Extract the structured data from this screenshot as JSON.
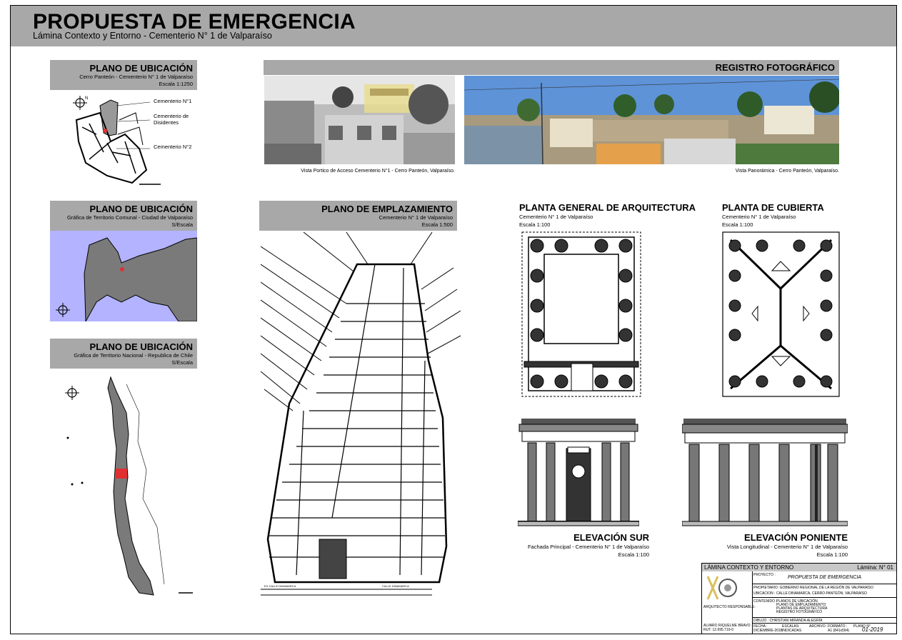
{
  "header": {
    "title": "PROPUESTA DE EMERGENCIA",
    "subtitle": "Lámina Contexto y Entorno - Cementerio N° 1 de Valparaíso"
  },
  "ubicacion1": {
    "title": "PLANO DE UBICACIÓN",
    "sub": "Cerro Panteón - Cementerio N° 1 de Valparaíso",
    "scale": "Escala 1:1250",
    "labels": [
      "Cementerio N°1",
      "Cementerio de Disidentes",
      "Cementerio N°2"
    ]
  },
  "ubicacion2": {
    "title": "PLANO DE UBICACIÓN",
    "sub": "Gráfica de Territorio Comunal - Ciudad de Valparaíso",
    "scale": "S/Escala"
  },
  "ubicacion3": {
    "title": "PLANO DE UBICACIÓN",
    "sub": "Gráfica de Territorio Nacional - Republica de Chile",
    "scale": "S/Escala"
  },
  "registro": {
    "title": "REGISTRO FOTOGRÁFICO",
    "caption1": "Vista Portico de Acceso Cementerio N°1 - Cerro Panteón, Valparaíso.",
    "caption2": "Vista Panorámica - Cerro Panteón, Valparaíso."
  },
  "emplazamiento": {
    "title": "PLANO DE EMPLAZAMIENTO",
    "sub": "Cementerio N° 1 de Valparaíso",
    "scale": "Escala 1:500"
  },
  "planta_general": {
    "title": "PLANTA GENERAL DE ARQUITECTURA",
    "sub": "Cementerio N° 1 de Valparaíso",
    "scale": "Escala 1:100"
  },
  "planta_cubierta": {
    "title": "PLANTA DE CUBIERTA",
    "sub": "Cementerio N° 1 de Valparaíso",
    "scale": "Escala 1:100"
  },
  "elev_sur": {
    "title": "ELEVACIÓN SUR",
    "sub": "Fachada Principal - Cementerio N° 1 de Valparaíso",
    "scale": "Escala 1:100"
  },
  "elev_poniente": {
    "title": "ELEVACIÓN PONIENTE",
    "sub": "Vista Longitudinal - Cementerio N° 1 de Valparaíso",
    "scale": "Escala 1:100"
  },
  "cartouche": {
    "left": "LÁMINA CONTEXTO Y ENTORNO",
    "right": "Lámina: N° 01",
    "proyecto_label": "PROYECTO :",
    "proyecto": "PROPUESTA DE EMERGENCIA",
    "propietario": "PROPIETARIO: GOBIERNO REGIONAL DE LA REGIÓN DE VALPARAÍSO",
    "ubicacion": "UBICACION : CALLE DINAMARCA, CERRO PANTEÓN, VALPARAÍSO",
    "contenido_label": "CONTENIDO :",
    "contenido": [
      "PLANOS DE UBICACIÓN",
      "PLANO DE EMPLAZAMIENTO",
      "PLANTAS DE ARQUITECTURA",
      "REGISTRO FOTOGRÁFICO"
    ],
    "responsable": "ARQUITECTO RESPONSABLE:",
    "dibujo": "DIBUJO : CHRISTIAN MIRANDA ALEGRÍA",
    "arquitecto_name": "ALVARO RIQUELME BRAVO",
    "rut": "RUT: 12.695.719-0",
    "fecha_label": "FECHA :",
    "fecha": "DICIEMBRE-2018",
    "escalas_label": "ESCALAS:",
    "escalas": "INDICADAS",
    "archivo_label": "ARCHIVO :",
    "formato_label": "FORMATO :",
    "formato": "A1 (841x594)",
    "plano_label": "PLANO N°",
    "plano": "01-2019"
  },
  "street_labels": [
    "EX CALLE DINAMARCA",
    "CALLE DINAMARCA"
  ]
}
